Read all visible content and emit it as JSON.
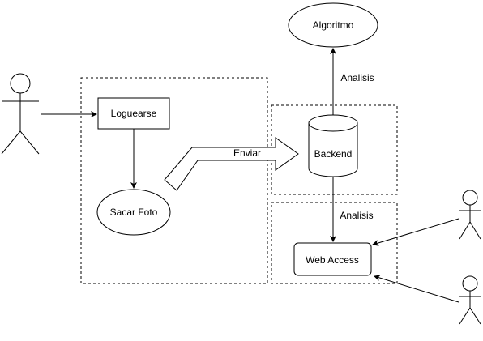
{
  "nodes": {
    "algoritmo": "Algoritmo",
    "loguearse": "Loguearse",
    "sacar_foto": "Sacar Foto",
    "backend": "Backend",
    "web_access": "Web Access"
  },
  "edges": {
    "enviar": "Enviar",
    "analisis_top": "Analisis",
    "analisis_bottom": "Analisis"
  },
  "colors": {
    "stroke": "#000000",
    "background": "#ffffff"
  }
}
